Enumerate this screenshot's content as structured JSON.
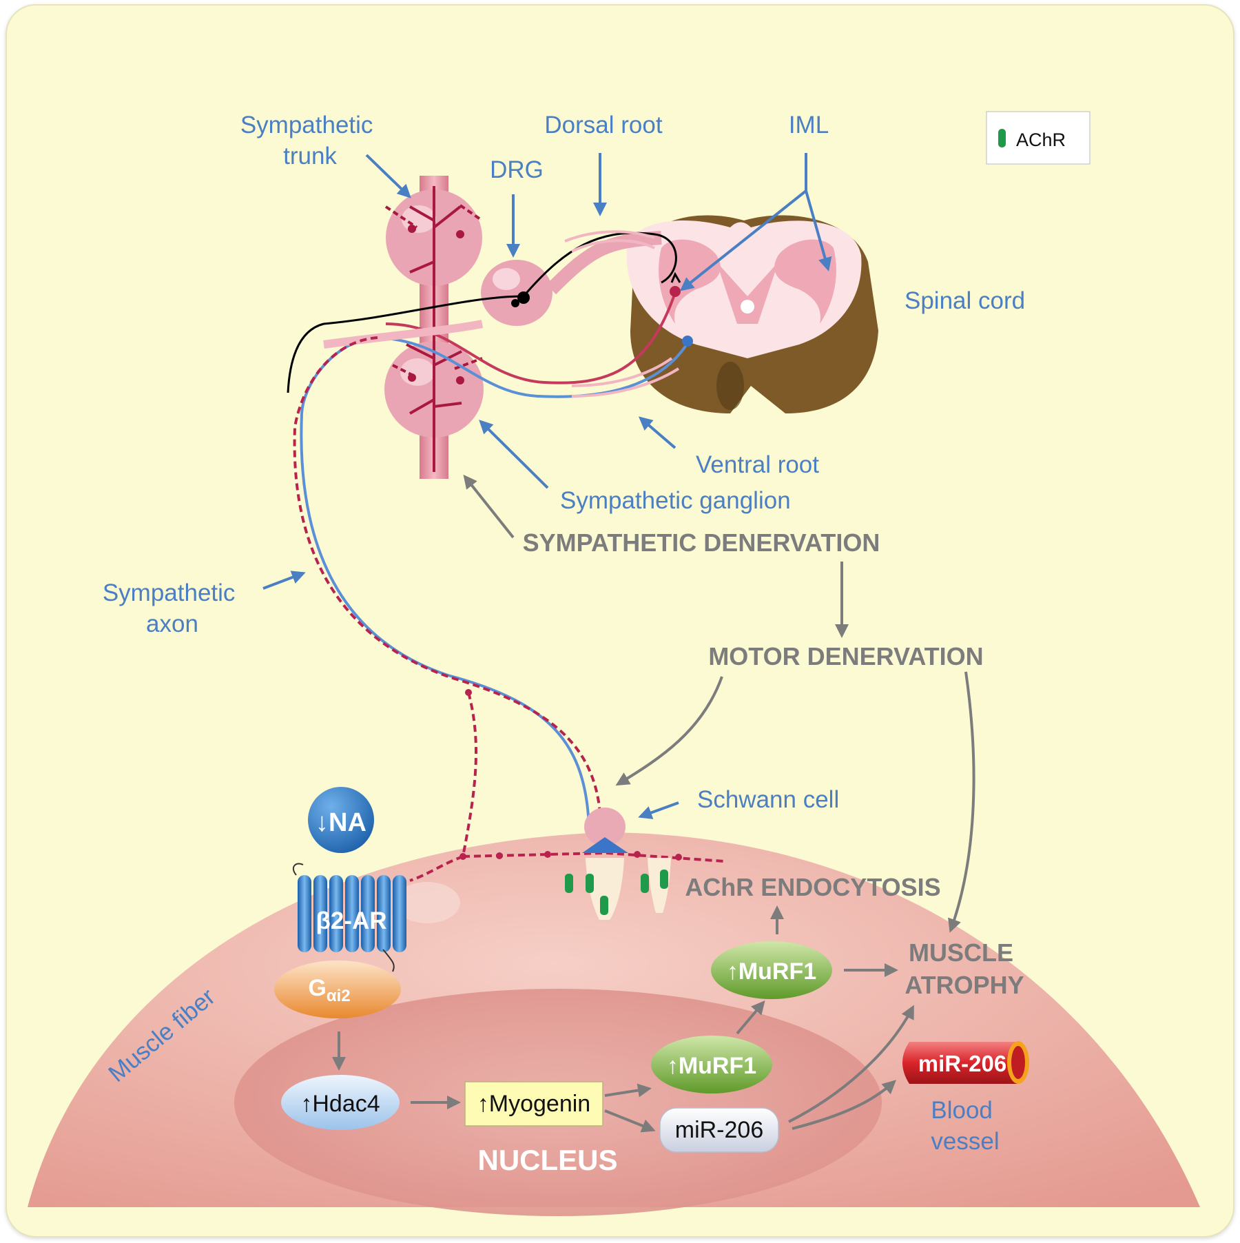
{
  "labels": {
    "sympathetic_trunk": [
      "Sympathetic",
      "trunk"
    ],
    "drg": "DRG",
    "dorsal_root": "Dorsal root",
    "iml": "IML",
    "spinal_cord": "Spinal cord",
    "ventral_root": "Ventral root",
    "sympathetic_ganglion": "Sympathetic ganglion",
    "sympathetic_axon": [
      "Sympathetic",
      "axon"
    ],
    "schwann_cell": "Schwann cell",
    "muscle_fiber": "Muscle fiber",
    "blood_vessel": [
      "Blood",
      "vessel"
    ]
  },
  "legend": {
    "label": "AChR",
    "swatch_color": "#1f9a4a"
  },
  "processes": {
    "sympathetic_denervation": "SYMPATHETIC DENERVATION",
    "motor_denervation": "MOTOR DENERVATION",
    "achr_endocytosis": "AChR ENDOCYTOSIS",
    "muscle_atrophy": [
      "MUSCLE",
      "ATROPHY"
    ],
    "nucleus": "NUCLEUS"
  },
  "molecules": {
    "na": "↓NA",
    "b2ar": "β2-AR",
    "galpha_main": "G",
    "galpha_sub": "αi2",
    "hdac4": "↑Hdac4",
    "myogenin": "↑Myogenin",
    "murf1_nuclear": "↑MuRF1",
    "murf1_cyto": "↑MuRF1",
    "mir206_nuclear": "miR-206",
    "mir206_vessel": "miR-206"
  },
  "colors": {
    "background": "#fcfad2",
    "label_blue": "#4a7fc4",
    "process_gray": "#7c7c7c",
    "nerve_red": "#b8234e",
    "muscle_pink": "#eeb0a6",
    "achr_green": "#1f9a4a"
  }
}
